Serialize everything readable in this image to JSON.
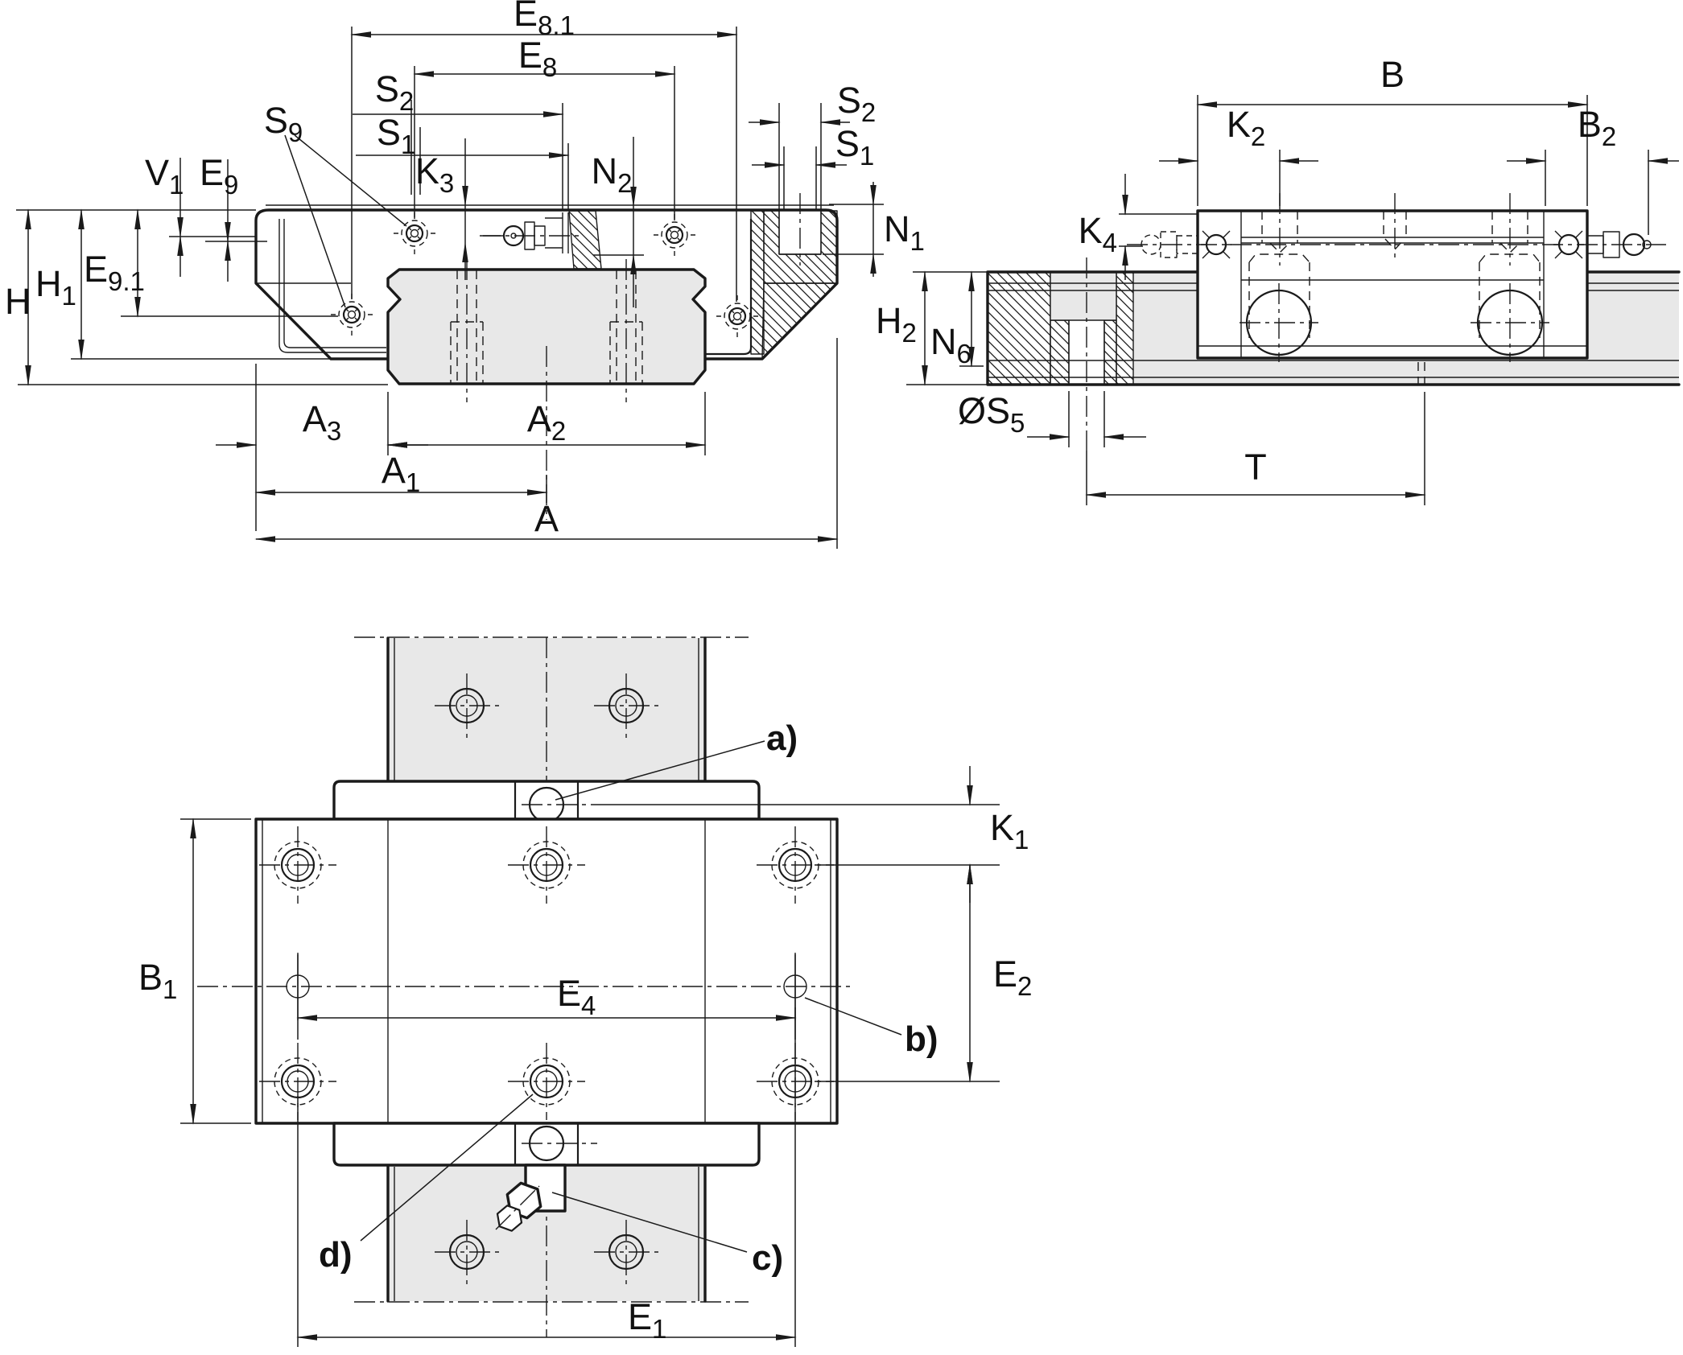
{
  "meta": {
    "background": "#ffffff",
    "line_color": "#1a1a1a",
    "rail_fill": "#e8e8e8",
    "drawing_kind": "runner-block-linear-guide-dimension-drawing"
  },
  "front_view": {
    "dims": {
      "e81": {
        "b": "E",
        "s": "8.1"
      },
      "e8": {
        "b": "E",
        "s": "8"
      },
      "s2l": {
        "b": "S",
        "s": "2"
      },
      "s1l": {
        "b": "S",
        "s": "1"
      },
      "s9": {
        "b": "S",
        "s": "9"
      },
      "k3": {
        "b": "K",
        "s": "3"
      },
      "n2": {
        "b": "N",
        "s": "2"
      },
      "v1": {
        "b": "V",
        "s": "1"
      },
      "e9": {
        "b": "E",
        "s": "9"
      },
      "e91": {
        "b": "E",
        "s": "9.1"
      },
      "h1": {
        "b": "H",
        "s": "1"
      },
      "h": {
        "b": "H",
        "s": ""
      },
      "s2r": {
        "b": "S",
        "s": "2"
      },
      "s1r": {
        "b": "S",
        "s": "1"
      },
      "n1": {
        "b": "N",
        "s": "1"
      },
      "a3": {
        "b": "A",
        "s": "3"
      },
      "a2": {
        "b": "A",
        "s": "2"
      },
      "a1": {
        "b": "A",
        "s": "1"
      },
      "a": {
        "b": "A",
        "s": ""
      }
    }
  },
  "side_view": {
    "dims": {
      "b": {
        "b": "B",
        "s": ""
      },
      "k2": {
        "b": "K",
        "s": "2"
      },
      "b2": {
        "b": "B",
        "s": "2"
      },
      "k4": {
        "b": "K",
        "s": "4"
      },
      "h2": {
        "b": "H",
        "s": "2"
      },
      "n6": {
        "b": "N",
        "s": "6"
      },
      "os5": {
        "b": "ØS",
        "s": "5"
      },
      "t": {
        "b": "T",
        "s": ""
      }
    }
  },
  "top_view": {
    "dims": {
      "b1": {
        "b": "B",
        "s": "1"
      },
      "e4": {
        "b": "E",
        "s": "4"
      },
      "e1": {
        "b": "E",
        "s": "1"
      },
      "k1": {
        "b": "K",
        "s": "1"
      },
      "e2": {
        "b": "E",
        "s": "2"
      }
    },
    "callouts": {
      "a": "a)",
      "b": "b)",
      "c": "c)",
      "d": "d)"
    }
  }
}
